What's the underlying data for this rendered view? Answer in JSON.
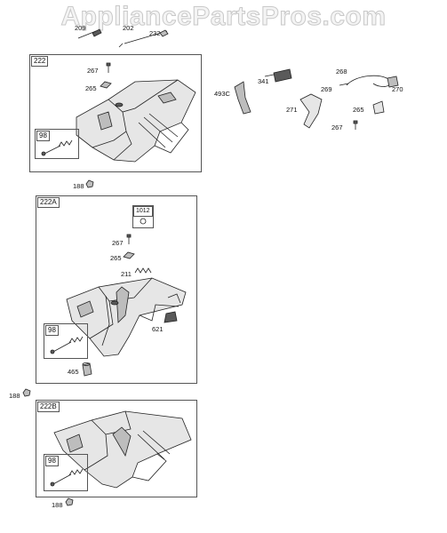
{
  "watermark": "AppliancePartsPros.com",
  "top_parts": {
    "p209": "209",
    "p202": "202",
    "p232": "232"
  },
  "box_222": {
    "tag": "222",
    "p267": "267",
    "p265": "265",
    "sub_tag": "98"
  },
  "p188_a": "188",
  "right_group": {
    "p341": "341",
    "p268": "268",
    "p493c": "493C",
    "p269": "269",
    "p270": "270",
    "p271": "271",
    "p265": "265",
    "p267": "267"
  },
  "box_222a": {
    "tag": "222A",
    "sub_tag_1012": "1012",
    "p267": "267",
    "p265": "265",
    "p211": "211",
    "sub_tag_98": "98",
    "p621": "621",
    "p465": "465"
  },
  "p188_b": "188",
  "box_222b": {
    "tag": "222B",
    "sub_tag": "98"
  },
  "p188_c": "188"
}
